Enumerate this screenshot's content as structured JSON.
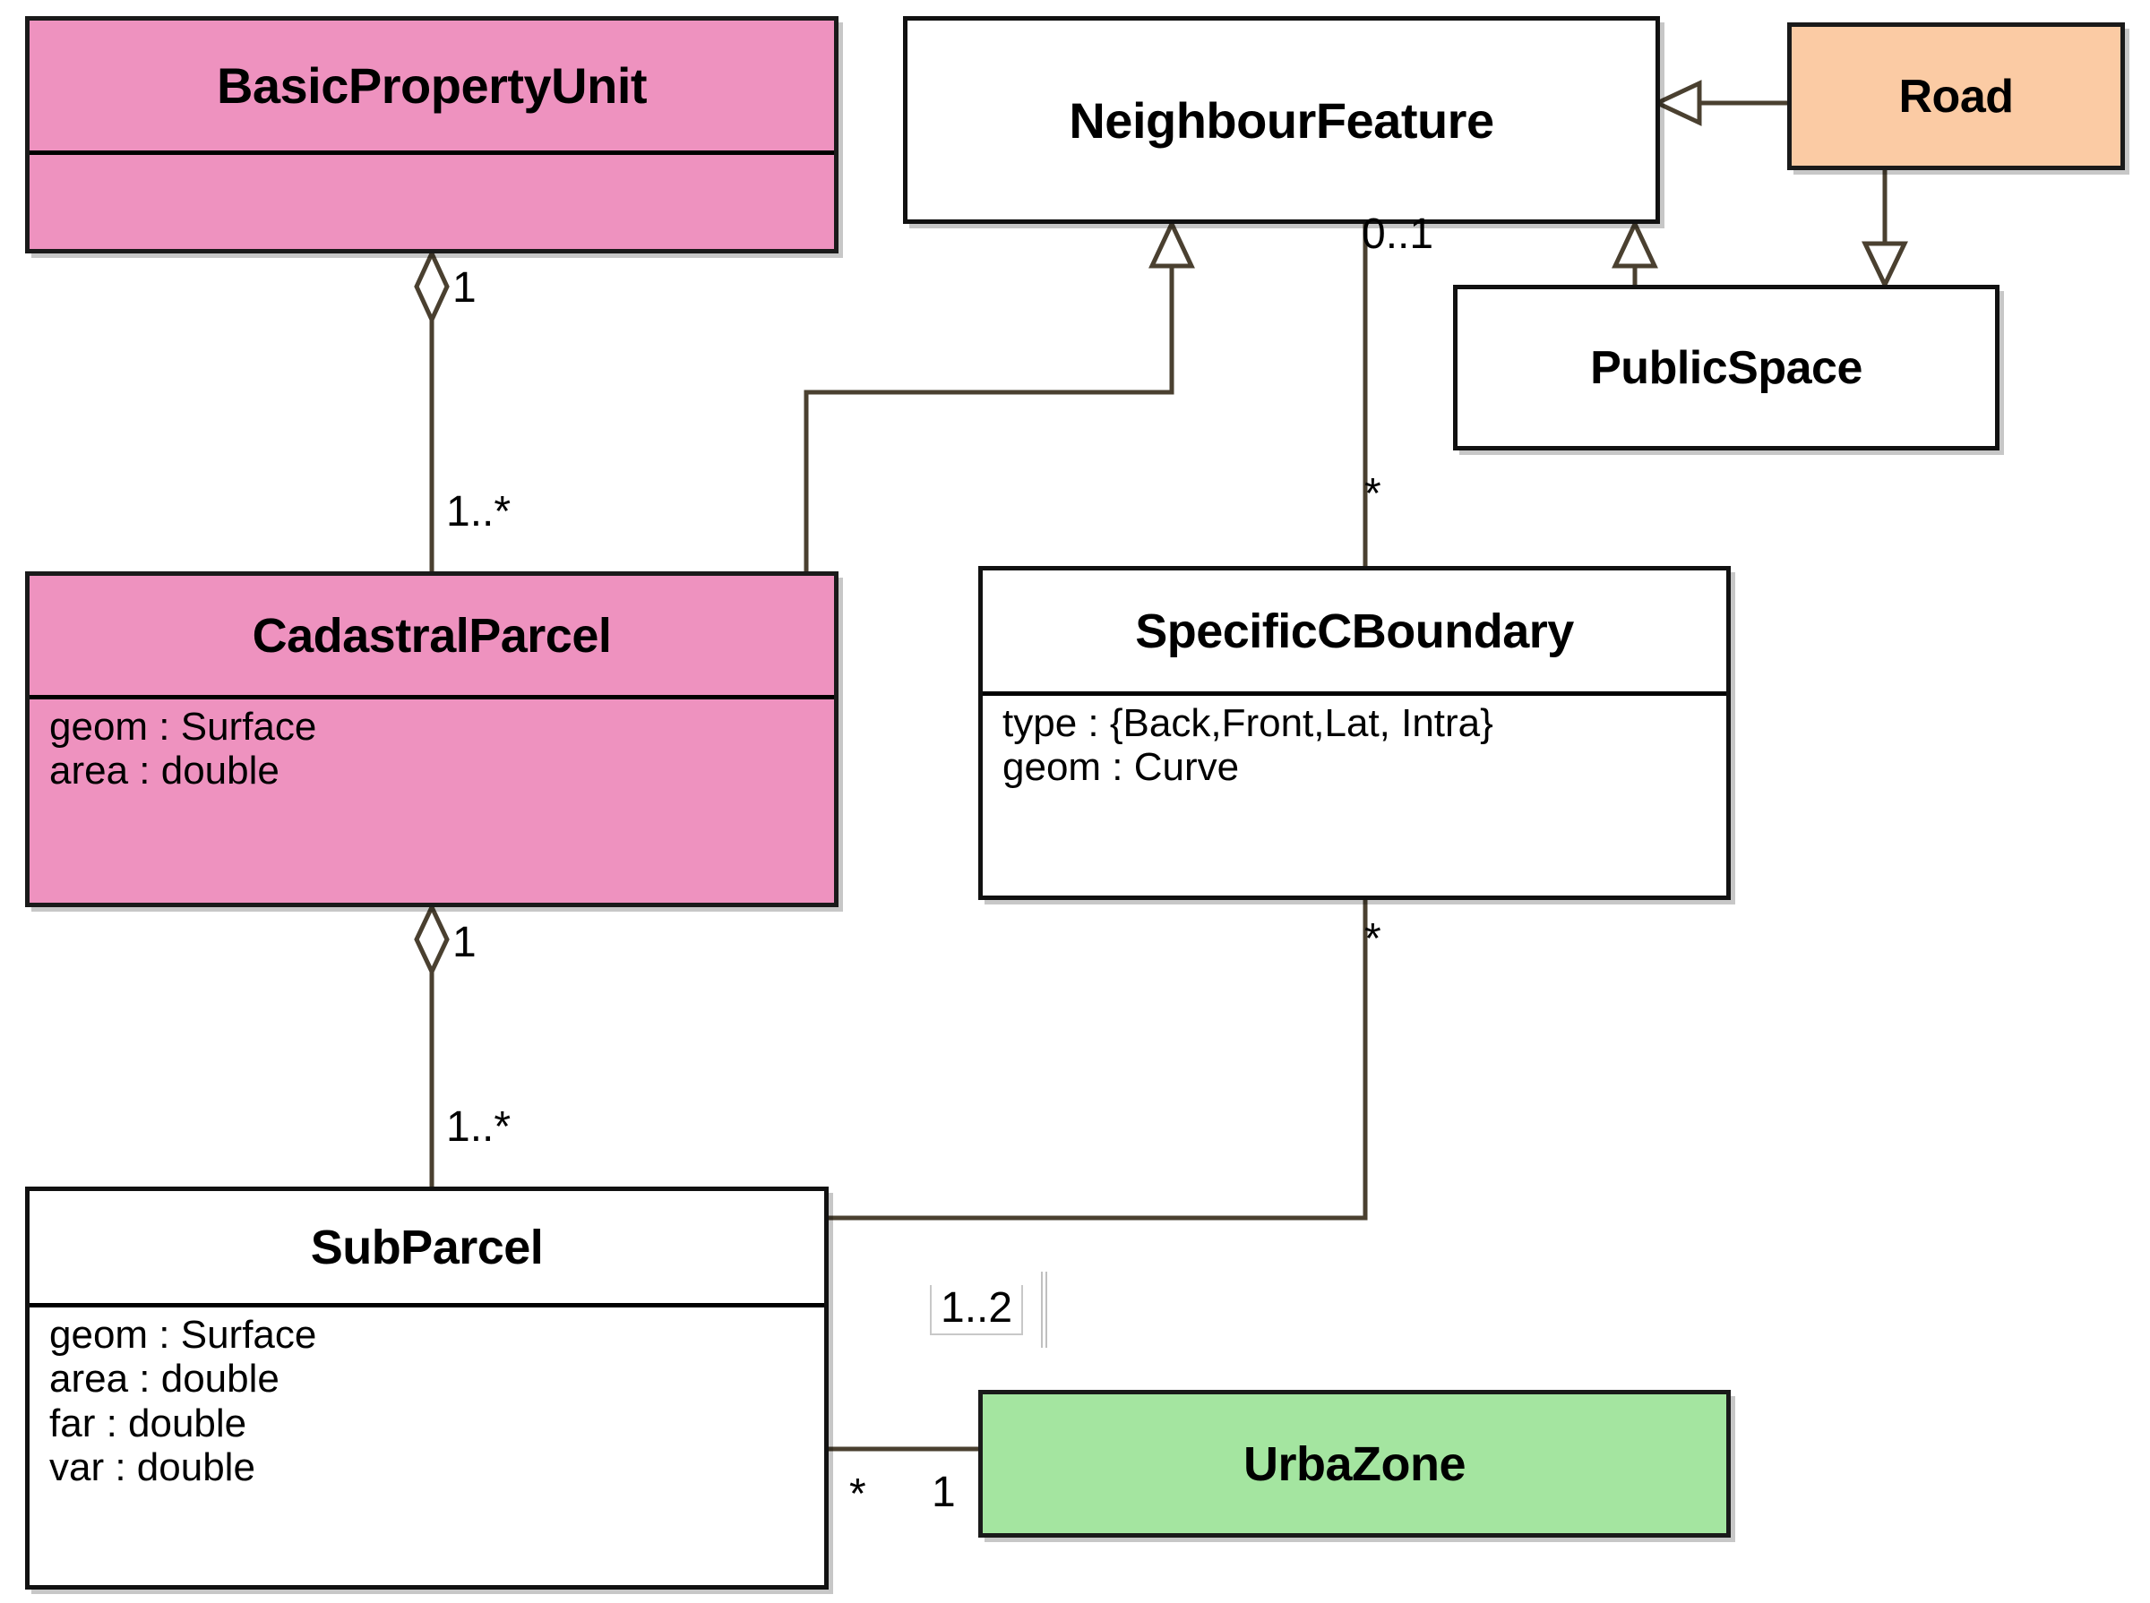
{
  "diagram": {
    "type": "uml-class-diagram",
    "background": "#ffffff",
    "line_color": "#4a4030",
    "classes": [
      {
        "id": "basic-property-unit",
        "name": "BasicPropertyUnit",
        "fill": "#EE92BF",
        "attributes": [],
        "has_attribute_compartment": true
      },
      {
        "id": "neighbour-feature",
        "name": "NeighbourFeature",
        "fill": "#FFFFFF",
        "attributes": [],
        "has_attribute_compartment": false
      },
      {
        "id": "road",
        "name": "Road",
        "fill": "#FBCBA4",
        "attributes": [],
        "has_attribute_compartment": false
      },
      {
        "id": "public-space",
        "name": "PublicSpace",
        "fill": "#FFFFFF",
        "attributes": [],
        "has_attribute_compartment": false
      },
      {
        "id": "cadastral-parcel",
        "name": "CadastralParcel",
        "fill": "#EE92BF",
        "attributes": [
          "geom : Surface",
          "area : double"
        ],
        "has_attribute_compartment": true
      },
      {
        "id": "specific-c-boundary",
        "name": "SpecificCBoundary",
        "fill": "#FFFFFF",
        "attributes": [
          "type : {Back,Front,Lat, Intra}",
          "geom : Curve"
        ],
        "has_attribute_compartment": true
      },
      {
        "id": "sub-parcel",
        "name": "SubParcel",
        "fill": "#FFFFFF",
        "attributes": [
          "geom : Surface",
          "area : double",
          "far : double",
          "var : double"
        ],
        "has_attribute_compartment": true
      },
      {
        "id": "urba-zone",
        "name": "UrbaZone",
        "fill": "#A4E5A0",
        "attributes": [],
        "has_attribute_compartment": false
      }
    ],
    "relationships": [
      {
        "id": "bpu-cadastralparcel",
        "kind": "aggregation",
        "from": "basic-property-unit",
        "to": "cadastral-parcel",
        "from_multiplicity": "1",
        "to_multiplicity": "1..*"
      },
      {
        "id": "cadastralparcel-subparcel",
        "kind": "aggregation",
        "from": "cadastral-parcel",
        "to": "sub-parcel",
        "from_multiplicity": "1",
        "to_multiplicity": "1..*"
      },
      {
        "id": "cadastralparcel-neighbourfeature",
        "kind": "generalization",
        "from": "cadastral-parcel",
        "to": "neighbour-feature",
        "from_multiplicity": "",
        "to_multiplicity": ""
      },
      {
        "id": "road-neighbourfeature",
        "kind": "generalization",
        "from": "road",
        "to": "neighbour-feature",
        "from_multiplicity": "",
        "to_multiplicity": ""
      },
      {
        "id": "publicspace-neighbourfeature",
        "kind": "generalization",
        "from": "public-space",
        "to": "neighbour-feature",
        "from_multiplicity": "",
        "to_multiplicity": ""
      },
      {
        "id": "road-publicspace",
        "kind": "generalization",
        "from": "road",
        "to": "public-space",
        "from_multiplicity": "",
        "to_multiplicity": ""
      },
      {
        "id": "neighbourfeature-specificcboundary",
        "kind": "association",
        "from": "neighbour-feature",
        "to": "specific-c-boundary",
        "from_multiplicity": "0..1",
        "to_multiplicity": "*"
      },
      {
        "id": "specificcboundary-subparcel",
        "kind": "association",
        "from": "specific-c-boundary",
        "to": "sub-parcel",
        "from_multiplicity": "*",
        "to_multiplicity": ""
      },
      {
        "id": "subparcel-urbazone",
        "kind": "association",
        "from": "sub-parcel",
        "to": "urba-zone",
        "from_multiplicity": "*",
        "to_multiplicity": "1"
      }
    ],
    "edge_labels": {
      "bpu_end": "1",
      "cadastral_end": "1..*",
      "cadastral_agg_end": "1",
      "subparcel_end": "1..*",
      "nf_assoc_end": "0..1",
      "scb_assoc_end": "*",
      "scb_subparcel_end": "*",
      "subparcel_urbazone_star": "*",
      "urbazone_one": "1",
      "editing_label": "1..2"
    }
  }
}
